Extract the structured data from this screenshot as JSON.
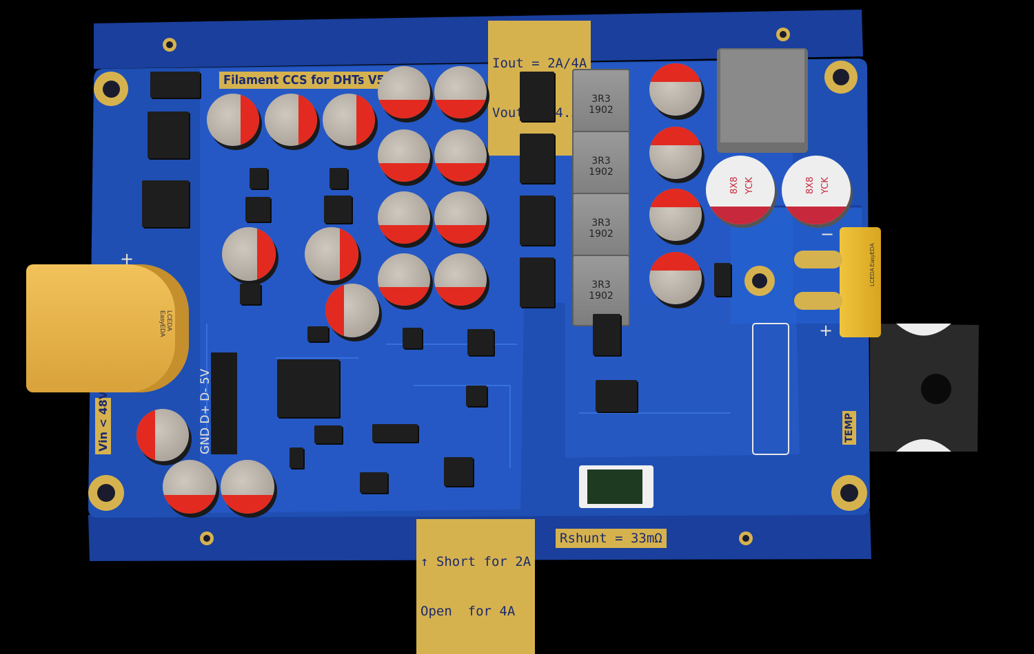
{
  "board": {
    "title": "Filament CCS for DHTs V5.1",
    "top_label": {
      "line1": "Iout = 2A/4A",
      "line2": "Vout < 14.3V"
    },
    "vin_label": "Vin < 48V",
    "header_label": "GND D+ D- 5V",
    "temp_label": "TEMP",
    "bottom_label": {
      "line1": "↑ Short for 2A",
      "line2": "Open  for 4A"
    },
    "rshunt_label": "Rshunt = 33mΩ",
    "plus_sign": "+",
    "minus_sign": "−"
  },
  "inductors": [
    {
      "line1": "3R3",
      "line2": "1902"
    },
    {
      "line1": "3R3",
      "line2": "1902"
    },
    {
      "line1": "3R3",
      "line2": "1902"
    },
    {
      "line1": "3R3",
      "line2": "1902"
    }
  ],
  "white_caps": [
    {
      "line1": "8X8",
      "line2": "YCK"
    },
    {
      "line1": "8X8",
      "line2": "YCK"
    }
  ],
  "connector_text": {
    "brand1": "LCEDA",
    "brand2": "EasyEDA"
  },
  "colors": {
    "board": "#1f4fb3",
    "pcb_light": "#2f68d8",
    "gold": "#d6b24f",
    "connector": "#e8b84a",
    "cap_stripe": "#e22a20"
  }
}
